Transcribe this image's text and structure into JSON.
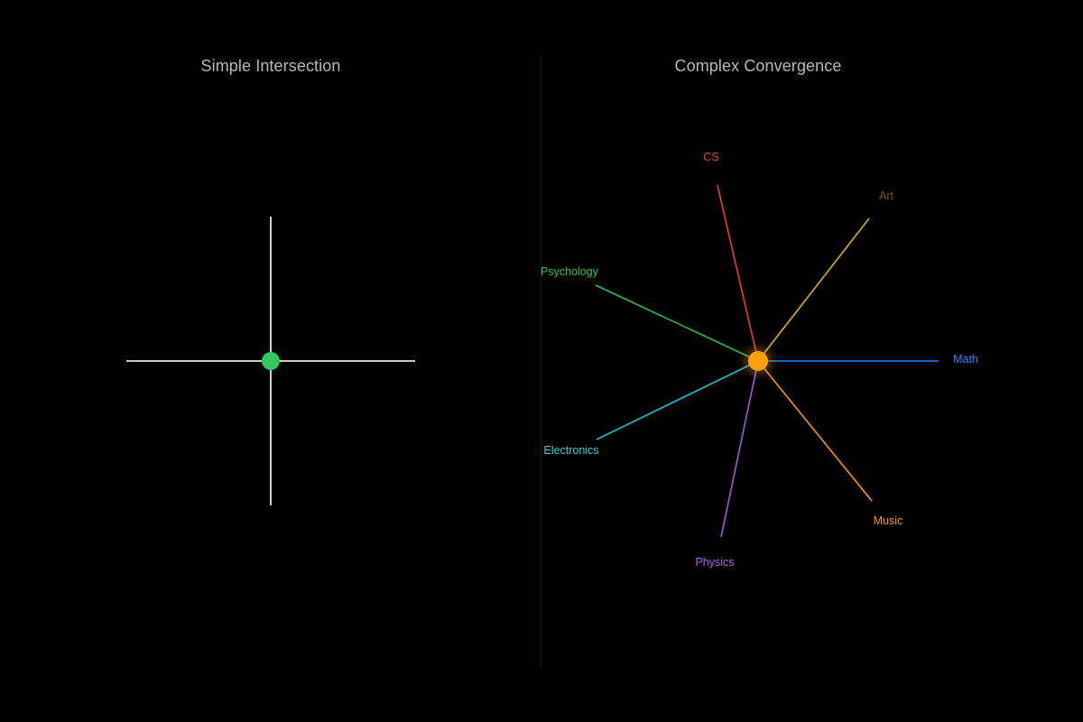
{
  "panels": {
    "left": {
      "title": "Simple Intersection",
      "line_color": "#e6e6e6",
      "node_color": "#34c759"
    },
    "right": {
      "title": "Complex Convergence",
      "node_color": "#ff9f0a",
      "spokes": [
        {
          "name": "Math",
          "color": "#1e6fd9",
          "label_color": "#2f85ff"
        },
        {
          "name": "Art",
          "color": "#c9a227",
          "label_color": "#7a5c1c"
        },
        {
          "name": "CS",
          "color": "#d63a2f",
          "label_color": "#e5483d"
        },
        {
          "name": "Psychology",
          "color": "#2aa84a",
          "label_color": "#30c256"
        },
        {
          "name": "Electronics",
          "color": "#19b8c2",
          "label_color": "#2fd1da"
        },
        {
          "name": "Physics",
          "color": "#9b4fc9",
          "label_color": "#b45ee0"
        },
        {
          "name": "Music",
          "color": "#e08a12",
          "label_color": "#f59a1c"
        }
      ]
    }
  }
}
